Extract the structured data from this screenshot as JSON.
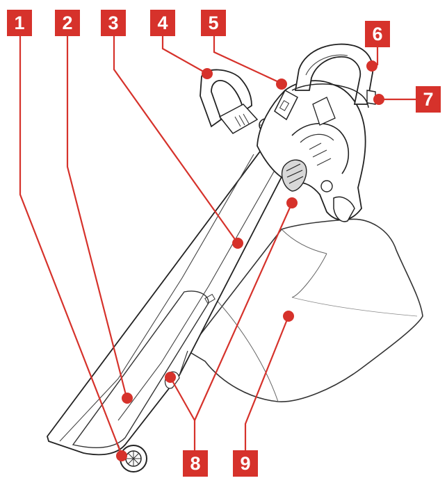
{
  "diagram": {
    "accent_color": "#d6322b",
    "line_color": "#222222",
    "callouts": [
      {
        "id": "1",
        "label": "1"
      },
      {
        "id": "2",
        "label": "2"
      },
      {
        "id": "3",
        "label": "3"
      },
      {
        "id": "4",
        "label": "4"
      },
      {
        "id": "5",
        "label": "5"
      },
      {
        "id": "6",
        "label": "6"
      },
      {
        "id": "7",
        "label": "7"
      },
      {
        "id": "8",
        "label": "8"
      },
      {
        "id": "9",
        "label": "9"
      }
    ]
  }
}
